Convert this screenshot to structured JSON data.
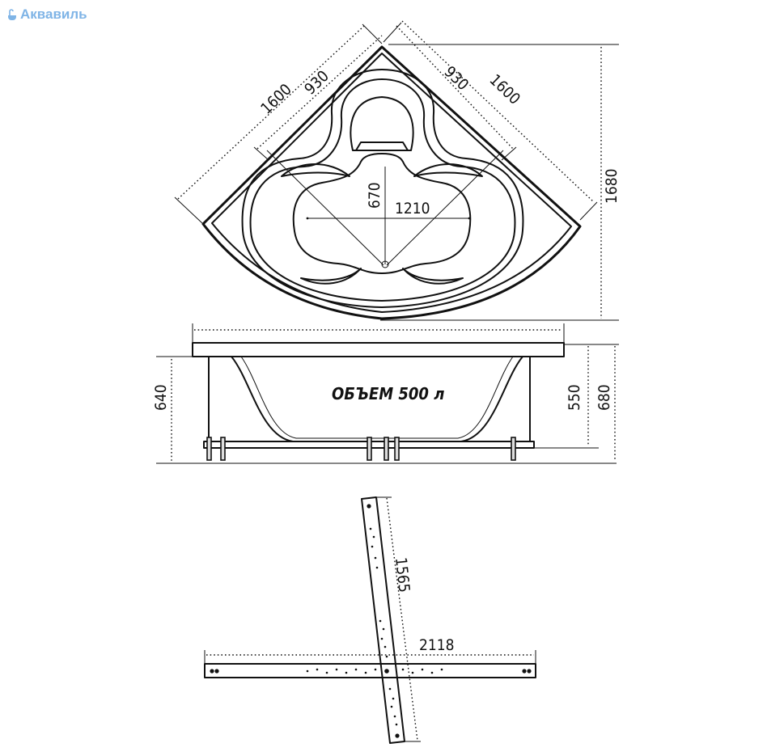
{
  "brand": {
    "name": "Аквавиль",
    "accent_color": "#7fb4e6",
    "icon": "bath-logo-icon"
  },
  "top_view": {
    "dims": {
      "left_outer": "1600",
      "left_inner": "930",
      "right_inner": "930",
      "right_outer": "1600",
      "depth": "670",
      "width_inner": "1210",
      "height_total": "1680"
    }
  },
  "side_view": {
    "volume_label": "ОБЪЕМ 500 л",
    "dims": {
      "rim_height": "640",
      "base_height": "550",
      "total_height": "680"
    }
  },
  "frame_view": {
    "dims": {
      "diagonal_beam": "1565",
      "horizontal_beam": "2118"
    }
  }
}
